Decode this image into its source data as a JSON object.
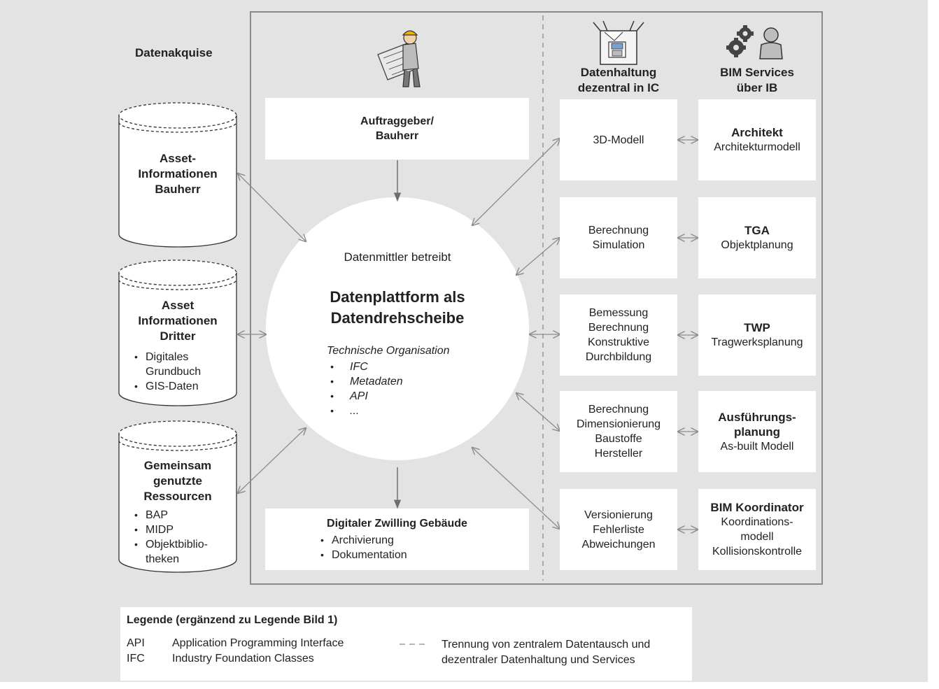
{
  "left_column": {
    "heading": "Datenakquise",
    "cylinder1": {
      "title": "Asset-\nInformationen\nBauherr"
    },
    "cylinder2": {
      "title": "Asset\nInformationen\nDritter",
      "items": [
        "Digitales\nGrundbuch",
        "GIS-Daten"
      ]
    },
    "cylinder3": {
      "title": "Gemeinsam\ngenutzte\nRessourcen",
      "items": [
        "BAP",
        "MIDP",
        "Objektbiblio-\ntheken"
      ]
    }
  },
  "center": {
    "client_box": "Auftraggeber/\nBauherr",
    "circle_subtitle": "Datenmittler betreibt",
    "circle_title": "Datenplattform als\nDatendrehscheibe",
    "tech_heading": "Technische Organisation",
    "tech_items": [
      "IFC",
      "Metadaten",
      "API",
      "..."
    ],
    "twin_title": "Digitaler Zwilling Gebäude",
    "twin_items": [
      "Archivierung",
      "Dokumentation"
    ]
  },
  "right": {
    "col1_heading": "Datenhaltung\ndezentral in IC",
    "col2_heading": "BIM Services\nüber IB",
    "rows": [
      {
        "data": "3D-Modell",
        "service_title": "Architekt",
        "service_sub": "Architekturmodell"
      },
      {
        "data": "Berechnung\nSimulation",
        "service_title": "TGA",
        "service_sub": "Objektplanung"
      },
      {
        "data": "Bemessung\nBerechnung\nKonstruktive\nDurchbildung",
        "service_title": "TWP",
        "service_sub": "Tragwerksplanung"
      },
      {
        "data": "Berechnung\nDimensionierung\nBaustoffe\nHersteller",
        "service_title": "Ausführungs-\nplanung",
        "service_sub": "As-built Modell"
      },
      {
        "data": "Versionierung\nFehlerliste\nAbweichungen",
        "service_title": "BIM Koordinator",
        "service_sub": "Koordinations-\nmodell\nKollisionskontrolle"
      }
    ]
  },
  "legend": {
    "title": "Legende (ergänzend zu Legende Bild 1)",
    "abbr": [
      {
        "key": "API",
        "value": "Application Programming Interface"
      },
      {
        "key": "IFC",
        "value": "Industry Foundation Classes"
      }
    ],
    "dashed_symbol": "– – –",
    "dashed_text": "Trennung von zentralem Datentausch und\ndezentraler Datenhaltung und Services"
  },
  "icons": {
    "engineer": "engineer-with-plan-icon",
    "storage": "storage-box-floppy-icon",
    "services": "gears-person-icon"
  },
  "colors": {
    "background": "#e3e3e3",
    "box": "#ffffff",
    "frame": "#8a8a8a",
    "arrow": "#8c8c8c"
  }
}
